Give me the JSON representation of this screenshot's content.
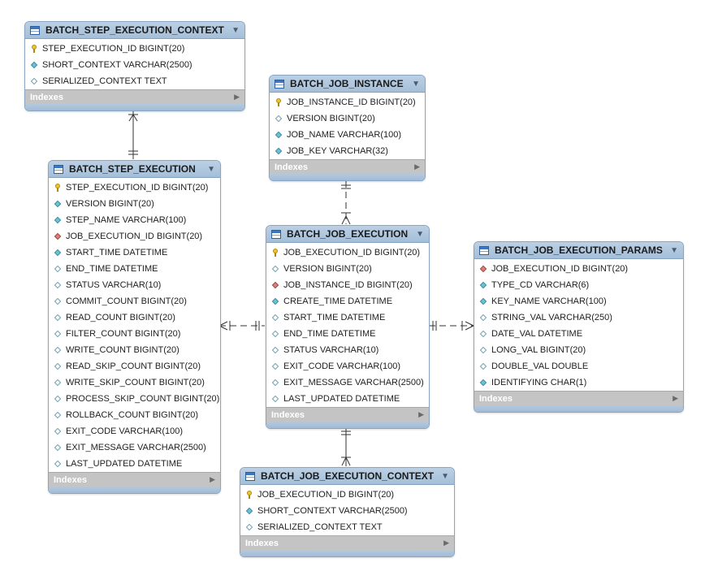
{
  "tables": [
    {
      "id": "batch_step_execution_context",
      "name": "BATCH_STEP_EXECUTION_CONTEXT",
      "columns": [
        {
          "text": "STEP_EXECUTION_ID BIGINT(20)",
          "icon": "key"
        },
        {
          "text": "SHORT_CONTEXT VARCHAR(2500)",
          "icon": "diamond-filled"
        },
        {
          "text": "SERIALIZED_CONTEXT TEXT",
          "icon": "diamond-outline"
        }
      ],
      "indexes_label": "Indexes"
    },
    {
      "id": "batch_job_instance",
      "name": "BATCH_JOB_INSTANCE",
      "columns": [
        {
          "text": "JOB_INSTANCE_ID BIGINT(20)",
          "icon": "key"
        },
        {
          "text": "VERSION BIGINT(20)",
          "icon": "diamond-outline"
        },
        {
          "text": "JOB_NAME VARCHAR(100)",
          "icon": "diamond-filled"
        },
        {
          "text": "JOB_KEY VARCHAR(32)",
          "icon": "diamond-filled"
        }
      ],
      "indexes_label": "Indexes"
    },
    {
      "id": "batch_step_execution",
      "name": "BATCH_STEP_EXECUTION",
      "columns": [
        {
          "text": "STEP_EXECUTION_ID BIGINT(20)",
          "icon": "key"
        },
        {
          "text": "VERSION BIGINT(20)",
          "icon": "diamond-filled"
        },
        {
          "text": "STEP_NAME VARCHAR(100)",
          "icon": "diamond-filled"
        },
        {
          "text": "JOB_EXECUTION_ID BIGINT(20)",
          "icon": "diamond-red"
        },
        {
          "text": "START_TIME DATETIME",
          "icon": "diamond-filled"
        },
        {
          "text": "END_TIME DATETIME",
          "icon": "diamond-outline"
        },
        {
          "text": "STATUS VARCHAR(10)",
          "icon": "diamond-outline"
        },
        {
          "text": "COMMIT_COUNT BIGINT(20)",
          "icon": "diamond-outline"
        },
        {
          "text": "READ_COUNT BIGINT(20)",
          "icon": "diamond-outline"
        },
        {
          "text": "FILTER_COUNT BIGINT(20)",
          "icon": "diamond-outline"
        },
        {
          "text": "WRITE_COUNT BIGINT(20)",
          "icon": "diamond-outline"
        },
        {
          "text": "READ_SKIP_COUNT BIGINT(20)",
          "icon": "diamond-outline"
        },
        {
          "text": "WRITE_SKIP_COUNT BIGINT(20)",
          "icon": "diamond-outline"
        },
        {
          "text": "PROCESS_SKIP_COUNT BIGINT(20)",
          "icon": "diamond-outline"
        },
        {
          "text": "ROLLBACK_COUNT BIGINT(20)",
          "icon": "diamond-outline"
        },
        {
          "text": "EXIT_CODE VARCHAR(100)",
          "icon": "diamond-outline"
        },
        {
          "text": "EXIT_MESSAGE VARCHAR(2500)",
          "icon": "diamond-outline"
        },
        {
          "text": "LAST_UPDATED DATETIME",
          "icon": "diamond-outline"
        }
      ],
      "indexes_label": "Indexes"
    },
    {
      "id": "batch_job_execution",
      "name": "BATCH_JOB_EXECUTION",
      "columns": [
        {
          "text": "JOB_EXECUTION_ID BIGINT(20)",
          "icon": "key"
        },
        {
          "text": "VERSION BIGINT(20)",
          "icon": "diamond-outline"
        },
        {
          "text": "JOB_INSTANCE_ID BIGINT(20)",
          "icon": "diamond-red"
        },
        {
          "text": "CREATE_TIME DATETIME",
          "icon": "diamond-filled"
        },
        {
          "text": "START_TIME DATETIME",
          "icon": "diamond-outline"
        },
        {
          "text": "END_TIME DATETIME",
          "icon": "diamond-outline"
        },
        {
          "text": "STATUS VARCHAR(10)",
          "icon": "diamond-outline"
        },
        {
          "text": "EXIT_CODE VARCHAR(100)",
          "icon": "diamond-outline"
        },
        {
          "text": "EXIT_MESSAGE VARCHAR(2500)",
          "icon": "diamond-outline"
        },
        {
          "text": "LAST_UPDATED DATETIME",
          "icon": "diamond-outline"
        }
      ],
      "indexes_label": "Indexes"
    },
    {
      "id": "batch_job_execution_params",
      "name": "BATCH_JOB_EXECUTION_PARAMS",
      "columns": [
        {
          "text": "JOB_EXECUTION_ID BIGINT(20)",
          "icon": "diamond-red"
        },
        {
          "text": "TYPE_CD VARCHAR(6)",
          "icon": "diamond-filled"
        },
        {
          "text": "KEY_NAME VARCHAR(100)",
          "icon": "diamond-filled"
        },
        {
          "text": "STRING_VAL VARCHAR(250)",
          "icon": "diamond-outline"
        },
        {
          "text": "DATE_VAL DATETIME",
          "icon": "diamond-outline"
        },
        {
          "text": "LONG_VAL BIGINT(20)",
          "icon": "diamond-outline"
        },
        {
          "text": "DOUBLE_VAL DOUBLE",
          "icon": "diamond-outline"
        },
        {
          "text": "IDENTIFYING CHAR(1)",
          "icon": "diamond-filled"
        }
      ],
      "indexes_label": "Indexes"
    },
    {
      "id": "batch_job_execution_context",
      "name": "BATCH_JOB_EXECUTION_CONTEXT",
      "columns": [
        {
          "text": "JOB_EXECUTION_ID BIGINT(20)",
          "icon": "key"
        },
        {
          "text": "SHORT_CONTEXT VARCHAR(2500)",
          "icon": "diamond-filled"
        },
        {
          "text": "SERIALIZED_CONTEXT TEXT",
          "icon": "diamond-outline"
        }
      ],
      "indexes_label": "Indexes"
    }
  ],
  "relationships": [
    {
      "from": "batch_step_execution_context",
      "to": "batch_step_execution",
      "style": "solid"
    },
    {
      "from": "batch_job_instance",
      "to": "batch_job_execution",
      "style": "dashed"
    },
    {
      "from": "batch_step_execution",
      "to": "batch_job_execution",
      "style": "dashed"
    },
    {
      "from": "batch_job_execution_params",
      "to": "batch_job_execution",
      "style": "dashed"
    },
    {
      "from": "batch_job_execution_context",
      "to": "batch_job_execution",
      "style": "solid"
    }
  ],
  "colors": {
    "header": "#a4bfd9",
    "border": "#8aa6c4",
    "index_bar": "#c4c4c4",
    "connector": "#333333"
  }
}
